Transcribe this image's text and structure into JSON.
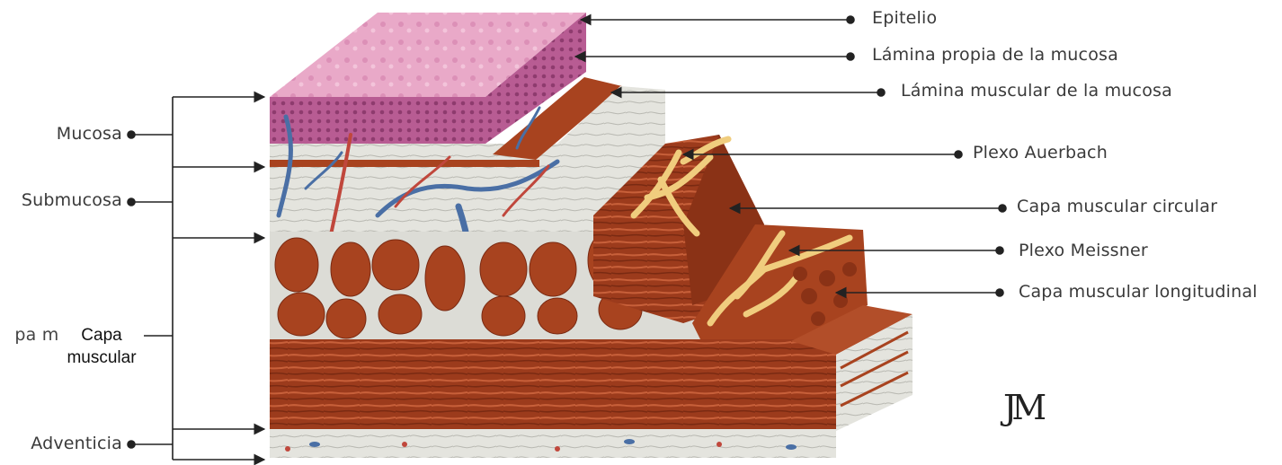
{
  "labels_right": [
    {
      "key": "epitelio",
      "text": "Epitelio"
    },
    {
      "key": "lamina-propia",
      "text": "Lámina propia de la mucosa"
    },
    {
      "key": "lamina-muscular",
      "text": "Lámina muscular de la mucosa"
    },
    {
      "key": "plexo-auerbach",
      "text": "Plexo Auerbach"
    },
    {
      "key": "capa-circular",
      "text": "Capa muscular circular"
    },
    {
      "key": "plexo-meissner",
      "text": "Plexo Meissner"
    },
    {
      "key": "capa-longitudinal",
      "text": "Capa muscular longitudinal"
    }
  ],
  "labels_left": [
    {
      "key": "mucosa",
      "text": "Mucosa"
    },
    {
      "key": "submucosa",
      "text": "Submucosa"
    },
    {
      "key": "capa-muscular-original",
      "text": "pa muscular"
    },
    {
      "key": "adventicia",
      "text": "Adventicia"
    }
  ],
  "overlay_label": {
    "line1": "Capa",
    "line2": "muscular"
  },
  "logo_text": "JM",
  "colors": {
    "epithelium": "#c96ba0",
    "muscle": "#a8431f",
    "muscle_dark": "#8a3216",
    "connective": "#dcdcd6",
    "vessel_blue": "#4a6fa5",
    "vessel_red": "#c0473c",
    "plexus": "#f0cd7e",
    "line": "#222222"
  }
}
